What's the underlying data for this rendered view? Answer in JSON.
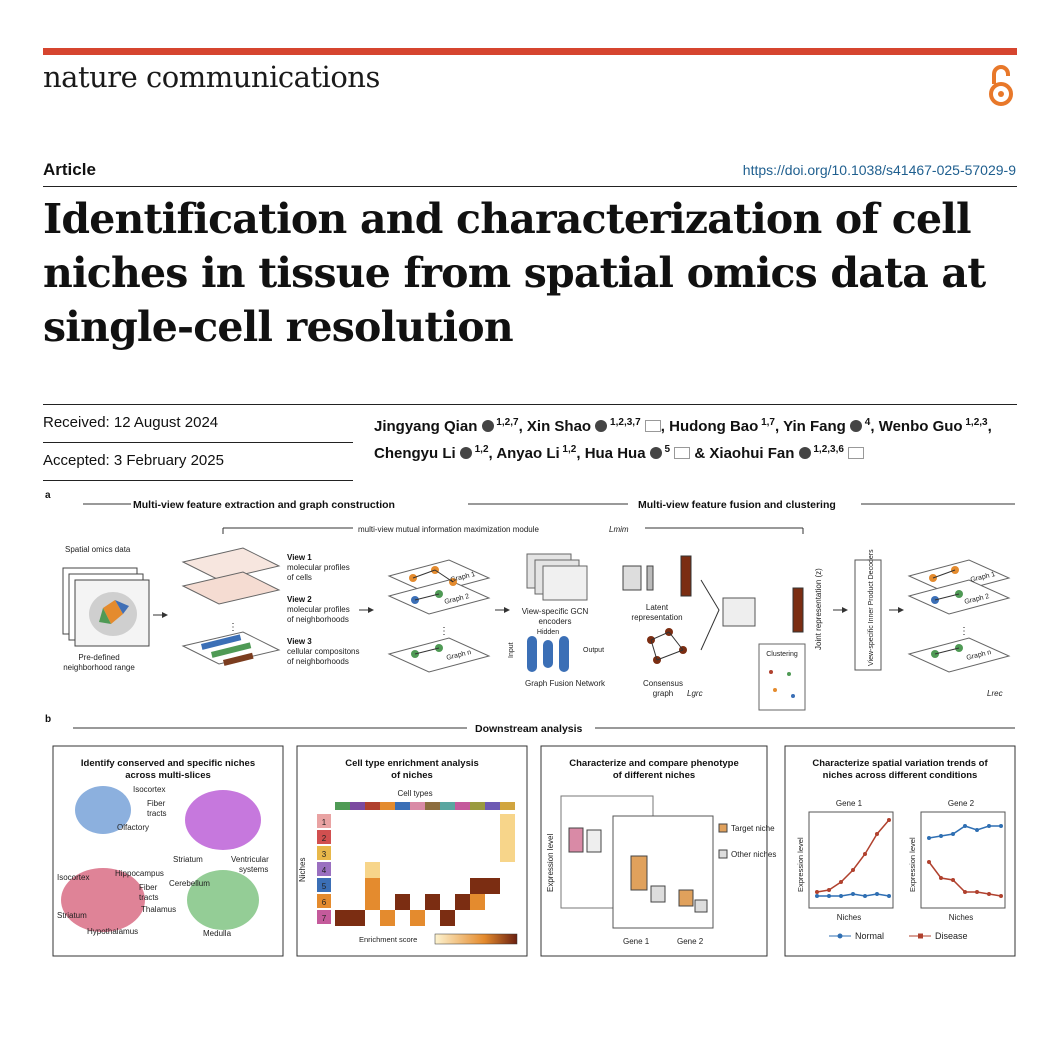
{
  "header": {
    "journal": "nature communications",
    "article_label": "Article",
    "doi": "https://doi.org/10.1038/s41467-025-57029-9",
    "open_access_icon": "open-access-icon"
  },
  "title": "Identification and characterization of cell niches in tissue from spatial omics data at single-cell resolution",
  "dates": {
    "received": "Received: 12 August 2024",
    "accepted": "Accepted: 3 February 2025"
  },
  "authors": [
    {
      "name": "Jingyang Qian",
      "aff": "1,2,7",
      "orcid": true,
      "mail": false
    },
    {
      "name": "Xin Shao",
      "aff": "1,2,3,7",
      "orcid": true,
      "mail": true
    },
    {
      "name": "Hudong Bao",
      "aff": "1,7",
      "orcid": false,
      "mail": false
    },
    {
      "name": "Yin Fang",
      "aff": "4",
      "orcid": true,
      "mail": false
    },
    {
      "name": "Wenbo Guo",
      "aff": "1,2,3",
      "orcid": false,
      "mail": false
    },
    {
      "name": "Chengyu Li",
      "aff": "1,2",
      "orcid": true,
      "mail": false
    },
    {
      "name": "Anyao Li",
      "aff": "1,2",
      "orcid": false,
      "mail": false
    },
    {
      "name": "Hua Hua",
      "aff": "5",
      "orcid": true,
      "mail": true
    },
    {
      "name": "Xiaohui Fan",
      "aff": "1,2,3,6",
      "orcid": true,
      "mail": true
    }
  ],
  "figure": {
    "panel_a": "a",
    "panel_b": "b",
    "section_left": "Multi-view feature extraction and graph construction",
    "section_right": "Multi-view feature fusion and clustering",
    "module_label": "multi-view mutual information maximization module",
    "module_symbol": "Lmim",
    "spatial_label": "Spatial omics data",
    "predefined": [
      "Pre-defined",
      "neighborhood range"
    ],
    "view1": [
      "View 1",
      "molecular profiles",
      "of cells"
    ],
    "view2": [
      "View 2",
      "molecular profiles",
      "of neighborhoods"
    ],
    "view3": [
      "View 3",
      "cellular compositons",
      "of neighborhoods"
    ],
    "graph1": "Graph 1",
    "graph2": "Graph 2",
    "graphn": "Graph n",
    "gcn": [
      "View-specific GCN",
      "encoders"
    ],
    "latent": [
      "Latent",
      "representation"
    ],
    "fusion_input": "Input",
    "fusion_hidden": "Hidden",
    "fusion_output": "Output",
    "fusion_net": "Graph Fusion Network",
    "consensus": [
      "Consensus",
      "graph"
    ],
    "lgrc": "Lgrc",
    "joint": "Joint representation (z)",
    "clustering": "Clustering",
    "decoders": "View-specific Inner Product Decoders",
    "lrec": "Lrec",
    "downstream": "Downstream analysis",
    "box1_title": [
      "Identify conserved and specific niches",
      "across multi-slices"
    ],
    "box1_labels": [
      "Isocortex",
      "Fiber",
      "tracts",
      "Olfactory",
      "Striatum",
      "Ventricular",
      "systems",
      "Isocortex",
      "Hippocampus",
      "Fiber",
      "tracts",
      "Cerebellum",
      "Thalamus",
      "Striatum",
      "Hypothalamus",
      "Medulla"
    ],
    "box2_title": [
      "Cell type enrichment analysis",
      "of niches"
    ],
    "box2_celltypes": "Cell types",
    "box2_niches": "Niches",
    "box2_niche_ids": [
      "1",
      "2",
      "3",
      "4",
      "5",
      "6",
      "7"
    ],
    "box2_score": "Enrichment score",
    "box3_title": [
      "Characterize and compare phenotype",
      "of different niches"
    ],
    "box3_ylabel": "Expression level",
    "box3_genes": [
      "Gene 1",
      "Gene 2"
    ],
    "box3_legend": [
      "Target niche",
      "Other niches"
    ],
    "box4_title": [
      "Characterize spatial variation trends of",
      "niches across different conditions"
    ],
    "box4_genes": [
      "Gene 1",
      "Gene 2"
    ],
    "box4_xlabel": "Niches",
    "box4_ylabel": "Expression level",
    "box4_legend": [
      "Normal",
      "Disease"
    ],
    "colors": {
      "accent": "#d6452f",
      "doi": "#1f5f8f",
      "normal": "#2f6fb3",
      "disease": "#b0412e"
    }
  }
}
